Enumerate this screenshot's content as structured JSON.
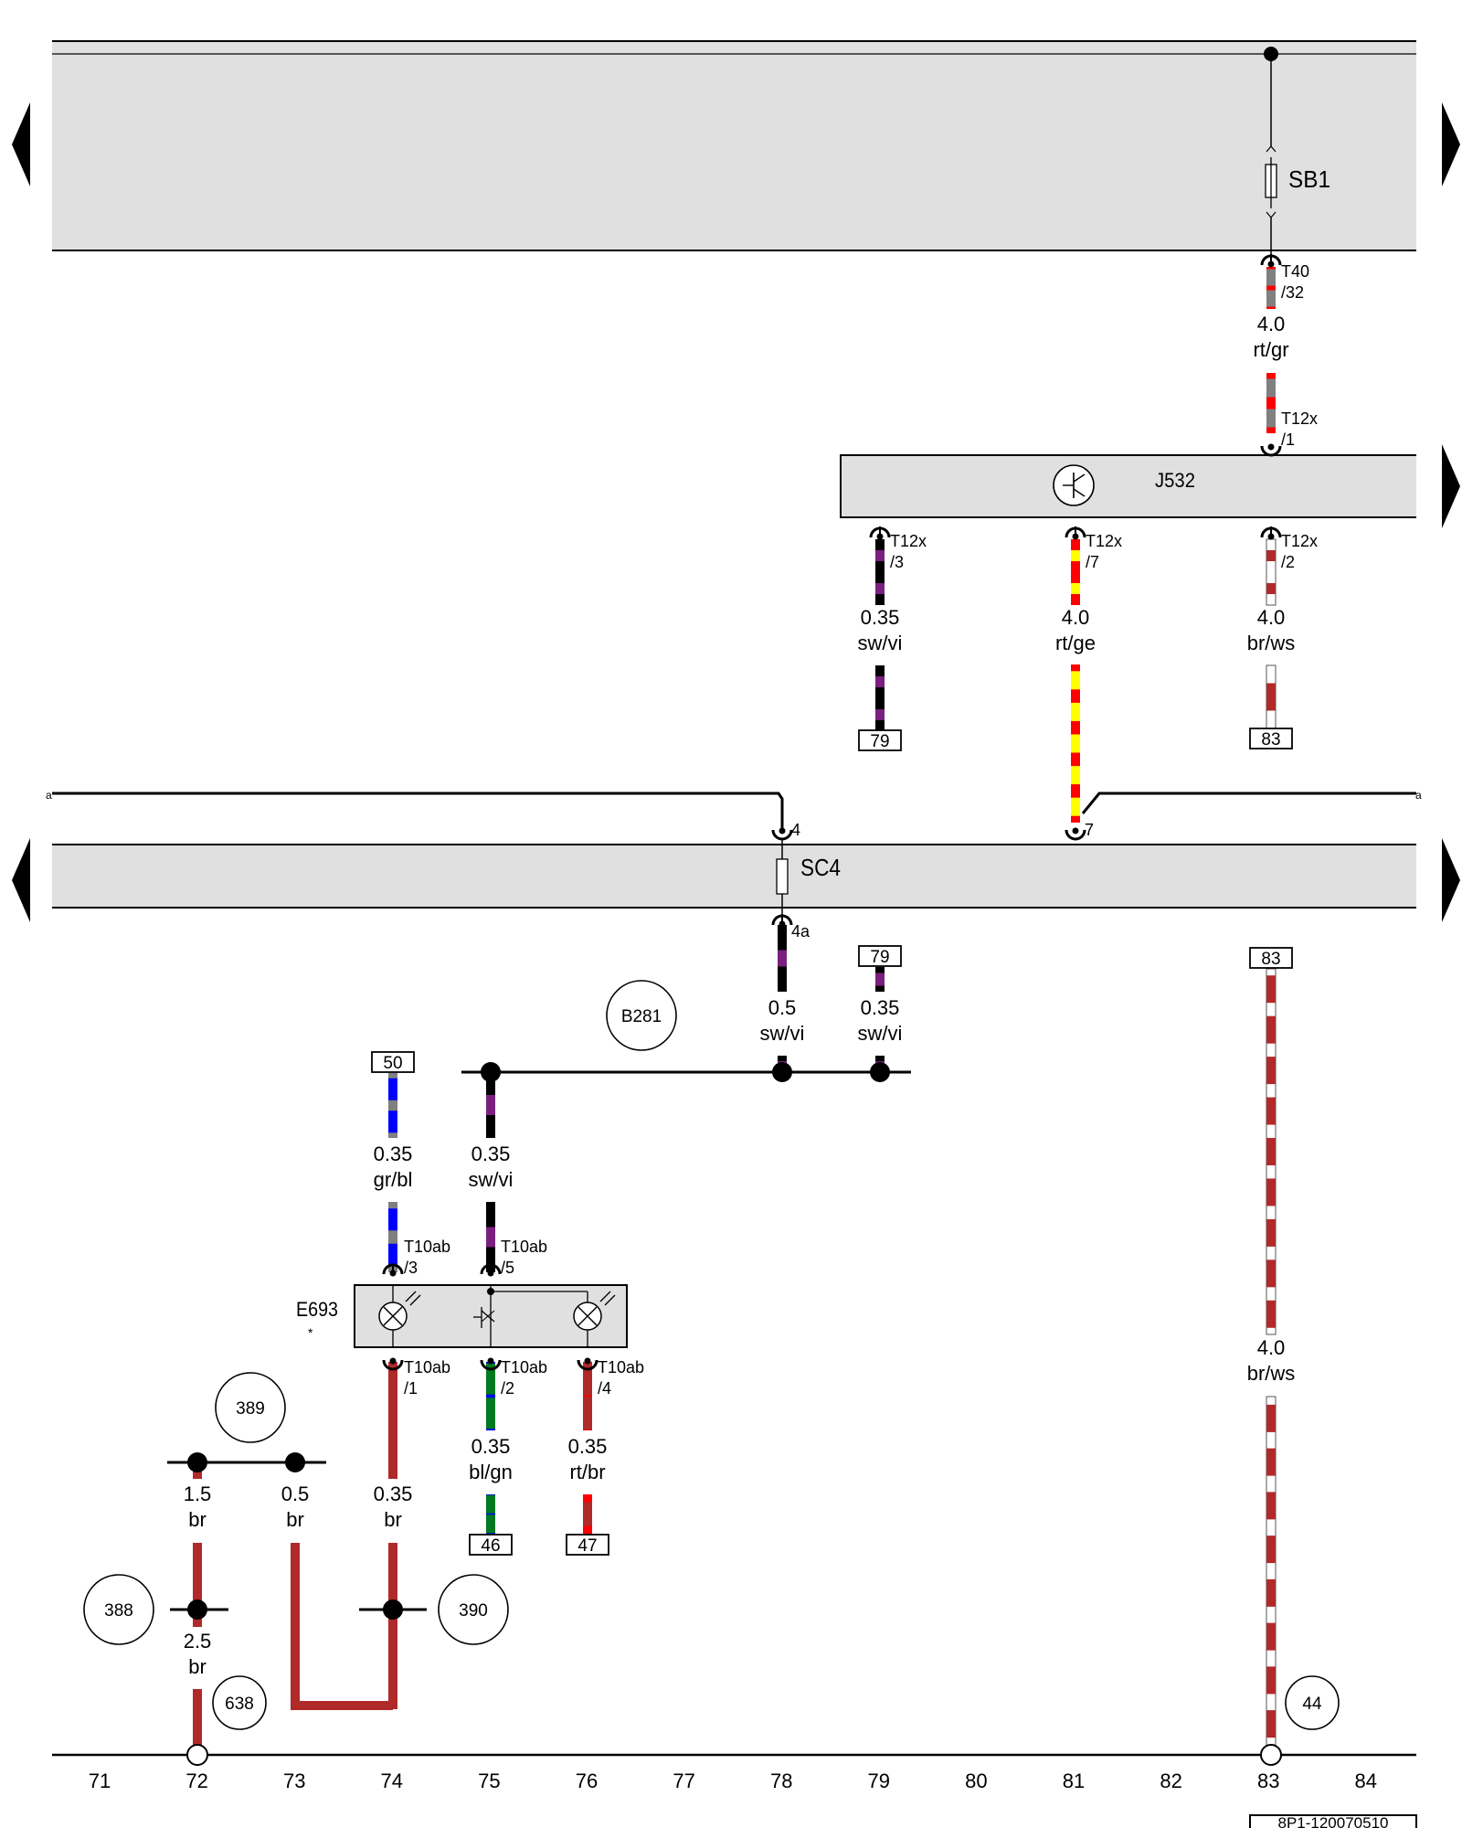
{
  "rails": {
    "top_label": "SB1",
    "mid_label": "SC4"
  },
  "relay": {
    "label": "J532"
  },
  "switch": {
    "label": "E693",
    "asterisk": "*"
  },
  "connectors": {
    "sb1_out": "T40\n/32",
    "j532_in": "T12x\n/1",
    "j532_o3": "T12x\n/3",
    "j532_o7": "T12x\n/7",
    "j532_o2": "T12x\n/2",
    "sc4_in_left": "4",
    "sc4_in_right": "7",
    "sc4_out": "4a",
    "e693_3": "T10ab\n/3",
    "e693_5": "T10ab\n/5",
    "e693_1": "T10ab\n/1",
    "e693_2": "T10ab\n/2",
    "e693_4": "T10ab\n/4"
  },
  "wires": {
    "w_sb1_j532": {
      "size": "4.0",
      "color": "rt/gr"
    },
    "w_j532_3": {
      "size": "0.35",
      "color": "sw/vi"
    },
    "w_j532_7": {
      "size": "4.0",
      "color": "rt/ge"
    },
    "w_j532_2": {
      "size": "4.0",
      "color": "br/ws"
    },
    "w_sc4_out": {
      "size": "0.5",
      "color": "sw/vi"
    },
    "w_ref79": {
      "size": "0.35",
      "color": "sw/vi"
    },
    "w_e693_3": {
      "size": "0.35",
      "color": "gr/bl"
    },
    "w_e693_5": {
      "size": "0.35",
      "color": "sw/vi"
    },
    "w_e693_2": {
      "size": "0.35",
      "color": "bl/gn"
    },
    "w_e693_4": {
      "size": "0.35",
      "color": "rt/br"
    },
    "w_e693_1": {
      "size": "0.35",
      "color": "br"
    },
    "w_gnd_15": {
      "size": "1.5",
      "color": "br"
    },
    "w_gnd_05": {
      "size": "0.5",
      "color": "br"
    },
    "w_gnd_25": {
      "size": "2.5",
      "color": "br"
    },
    "w_83": {
      "size": "4.0",
      "color": "br/ws"
    }
  },
  "references": {
    "ref_79_top": "79",
    "ref_83_top": "83",
    "ref_79_mid": "79",
    "ref_83_mid": "83",
    "ref_50": "50",
    "ref_46": "46",
    "ref_47": "47"
  },
  "circles": {
    "c_b281": "B281",
    "c_389": "389",
    "c_388": "388",
    "c_390": "390",
    "c_638": "638",
    "c_44": "44"
  },
  "a_markers": {
    "left": "a",
    "right": "a"
  },
  "ruler": [
    "71",
    "72",
    "73",
    "74",
    "75",
    "76",
    "77",
    "78",
    "79",
    "80",
    "81",
    "82",
    "83",
    "84"
  ],
  "doc_code": "8P1-120070510",
  "colors": {
    "rail_fill": "#e0e0e0",
    "rt": "#ff0000",
    "br": "#b02a2a",
    "gr": "#808080",
    "sw": "#000000",
    "vi": "#7b1f7f",
    "ge": "#ffff00",
    "bl": "#0000ff",
    "gn": "#007a20",
    "ws": "#ffffff"
  }
}
